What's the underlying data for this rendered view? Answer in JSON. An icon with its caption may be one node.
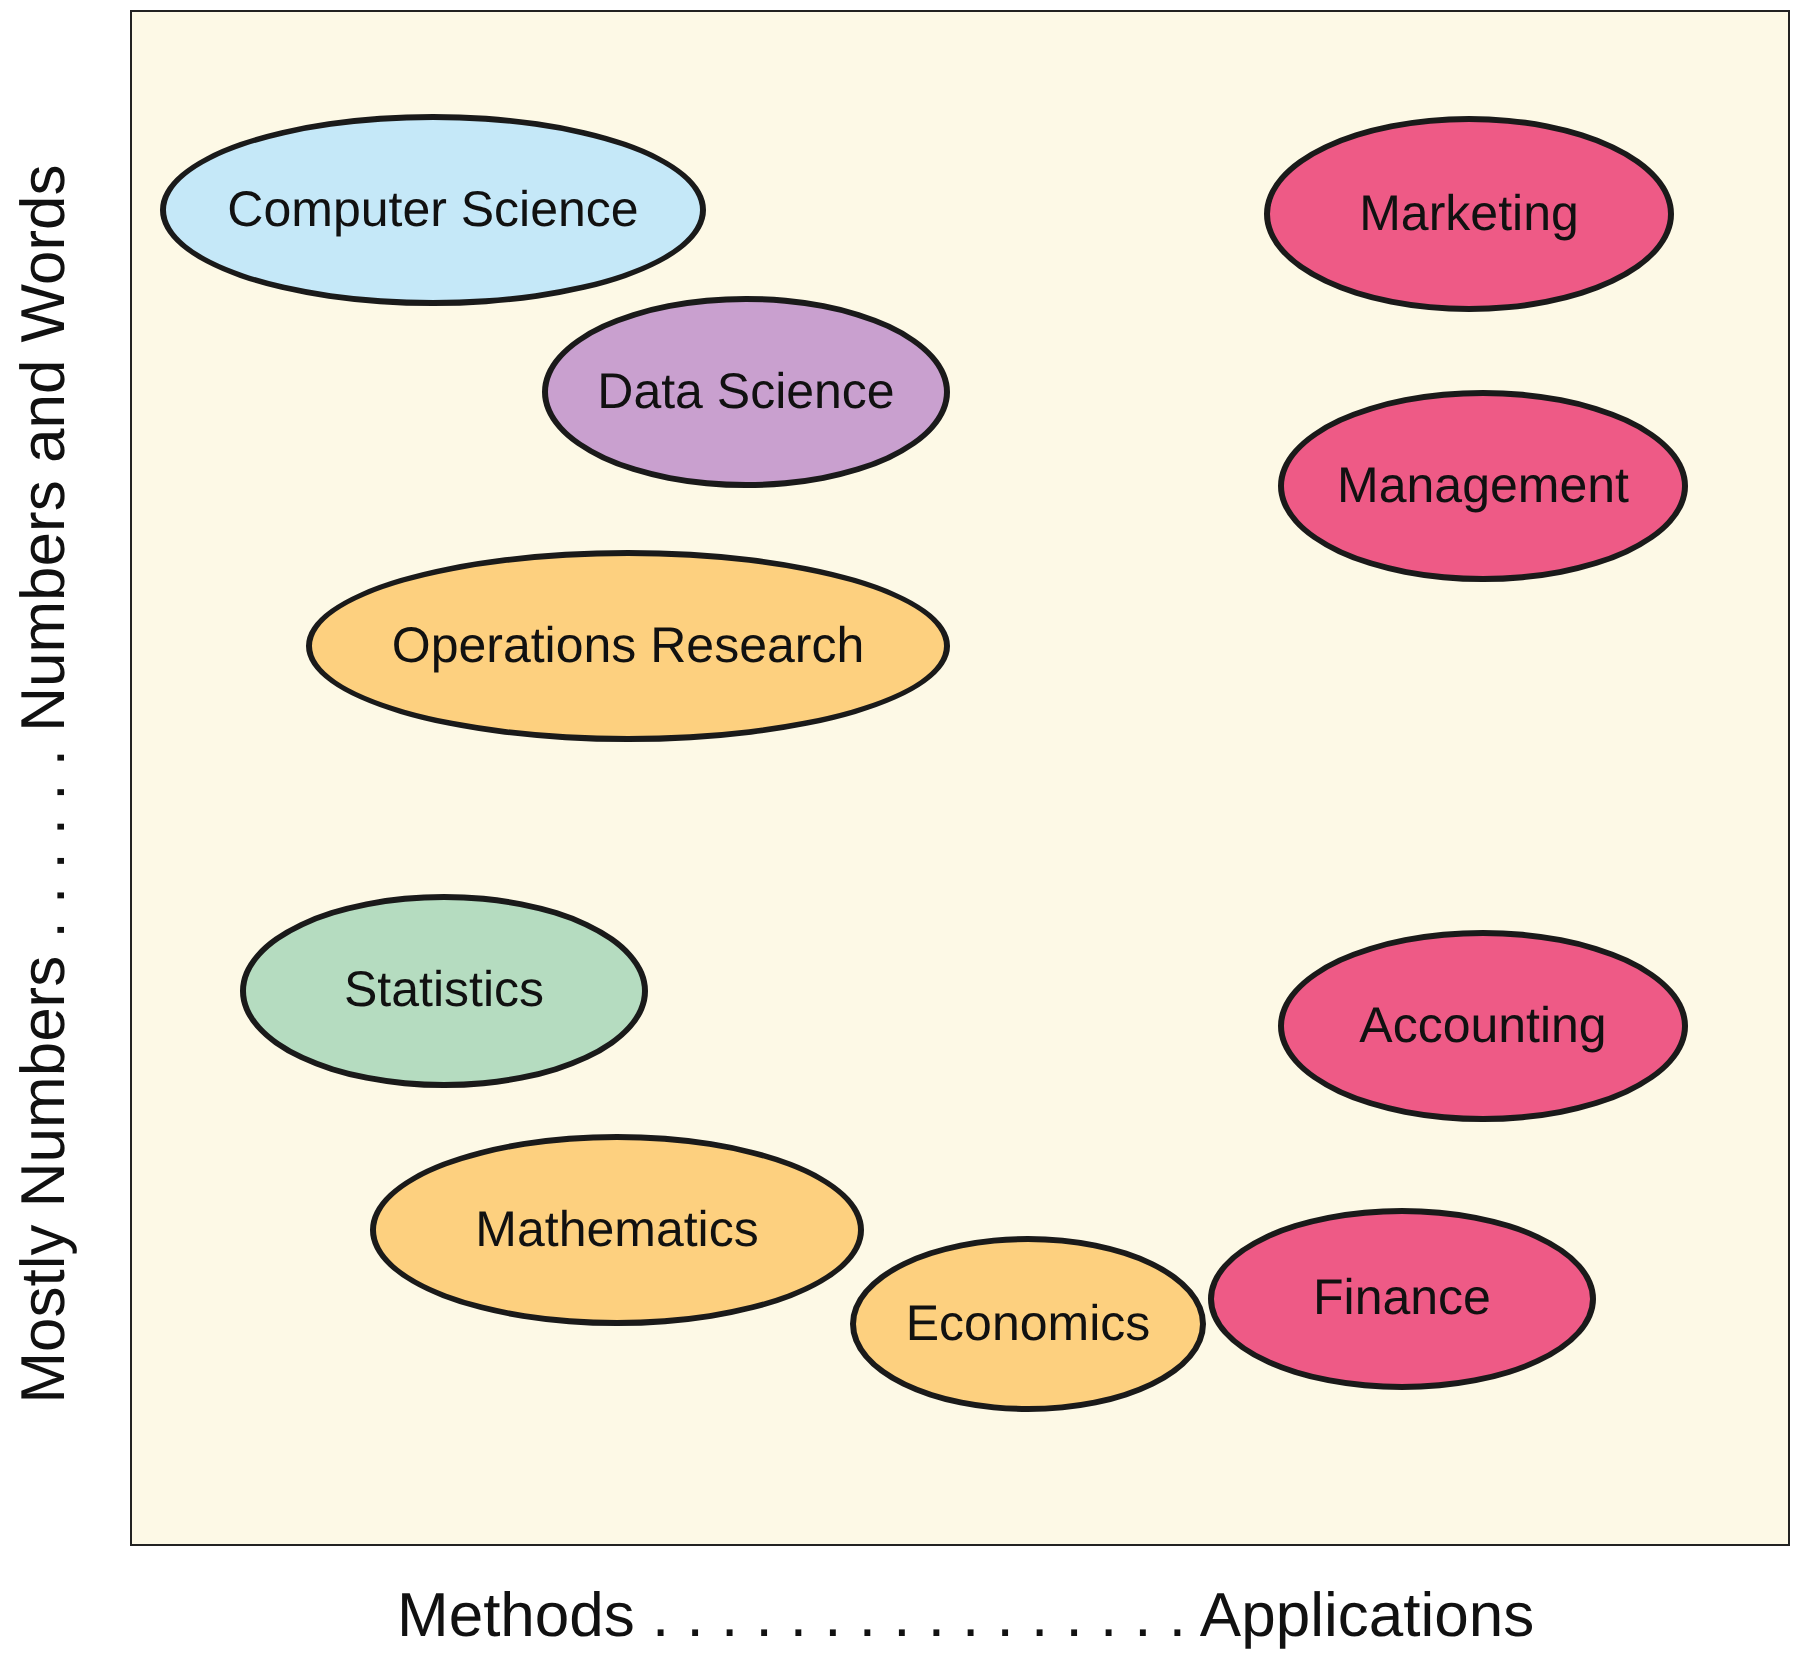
{
  "diagram": {
    "nodes": [
      {
        "text": [
          "Computer Science"
        ]
      },
      {
        "text": [
          "Marketing"
        ]
      },
      {
        "text": [
          "Data Science"
        ]
      },
      {
        "text": [
          "Management"
        ]
      },
      {
        "text": [
          "Operations Research"
        ]
      },
      {
        "text": [
          "Statistics"
        ]
      },
      {
        "text": [
          "Accounting"
        ]
      },
      {
        "text": [
          "Mathematics"
        ]
      },
      {
        "text": [
          "Economics"
        ]
      },
      {
        "text": [
          "Finance"
        ]
      }
    ],
    "edges": [],
    "labels": [
      "Mostly Numbers . . . . . . Numbers and Words",
      "Methods . . . . . . . . . . . . . . . . Applications"
    ]
  }
}
